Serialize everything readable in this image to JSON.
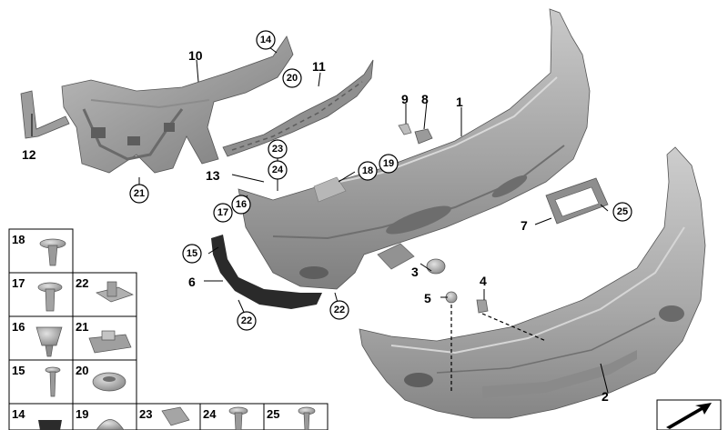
{
  "callouts": {
    "c1": "1",
    "c2": "2",
    "c3": "3",
    "c4": "4",
    "c5": "5",
    "c6": "6",
    "c7": "7",
    "c8": "8",
    "c9": "9",
    "c10": "10",
    "c11": "11",
    "c12": "12",
    "c13": "13",
    "c14": "14",
    "c15": "15",
    "c16": "16",
    "c17": "17",
    "c18": "18",
    "c19": "19",
    "c20": "20",
    "c21": "21",
    "c22a": "22",
    "c22b": "22",
    "c23": "23",
    "c24": "24",
    "c25": "25"
  },
  "hardware_table": {
    "cells": [
      "18",
      "17",
      "22",
      "16",
      "21",
      "15",
      "20",
      "14",
      "19",
      "23",
      "24",
      "25"
    ]
  },
  "colors": {
    "part_fill": "#a9a9a9",
    "part_dark": "#7d7d7d",
    "part_light": "#c4c4c4",
    "trim_black": "#2a2a2a",
    "line": "#000000"
  }
}
